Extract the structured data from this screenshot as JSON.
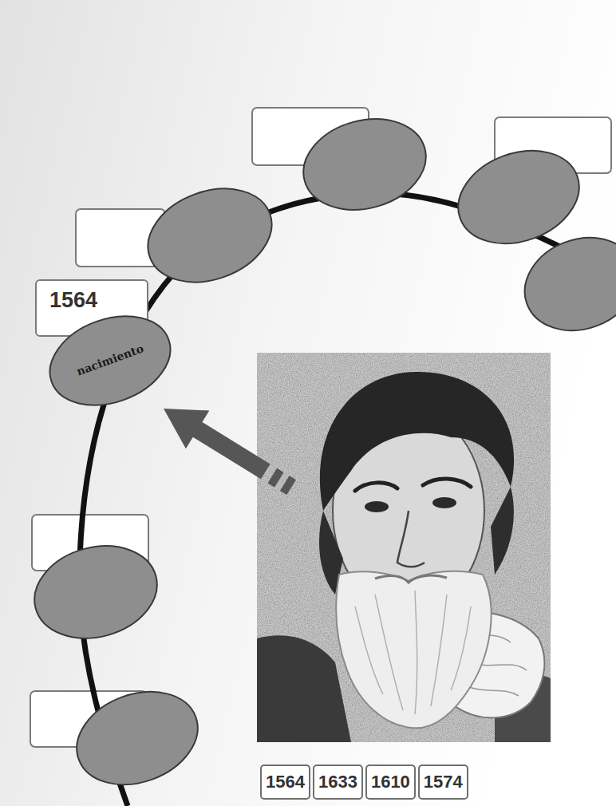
{
  "diagram": {
    "nodes": [
      {
        "text": [
          "1564"
        ]
      },
      {
        "text": [
          "nacimiento"
        ]
      },
      {
        "text": [
          "1564"
        ]
      },
      {
        "text": [
          "1633"
        ]
      },
      {
        "text": [
          "1610"
        ]
      },
      {
        "text": [
          "1574"
        ]
      }
    ]
  }
}
